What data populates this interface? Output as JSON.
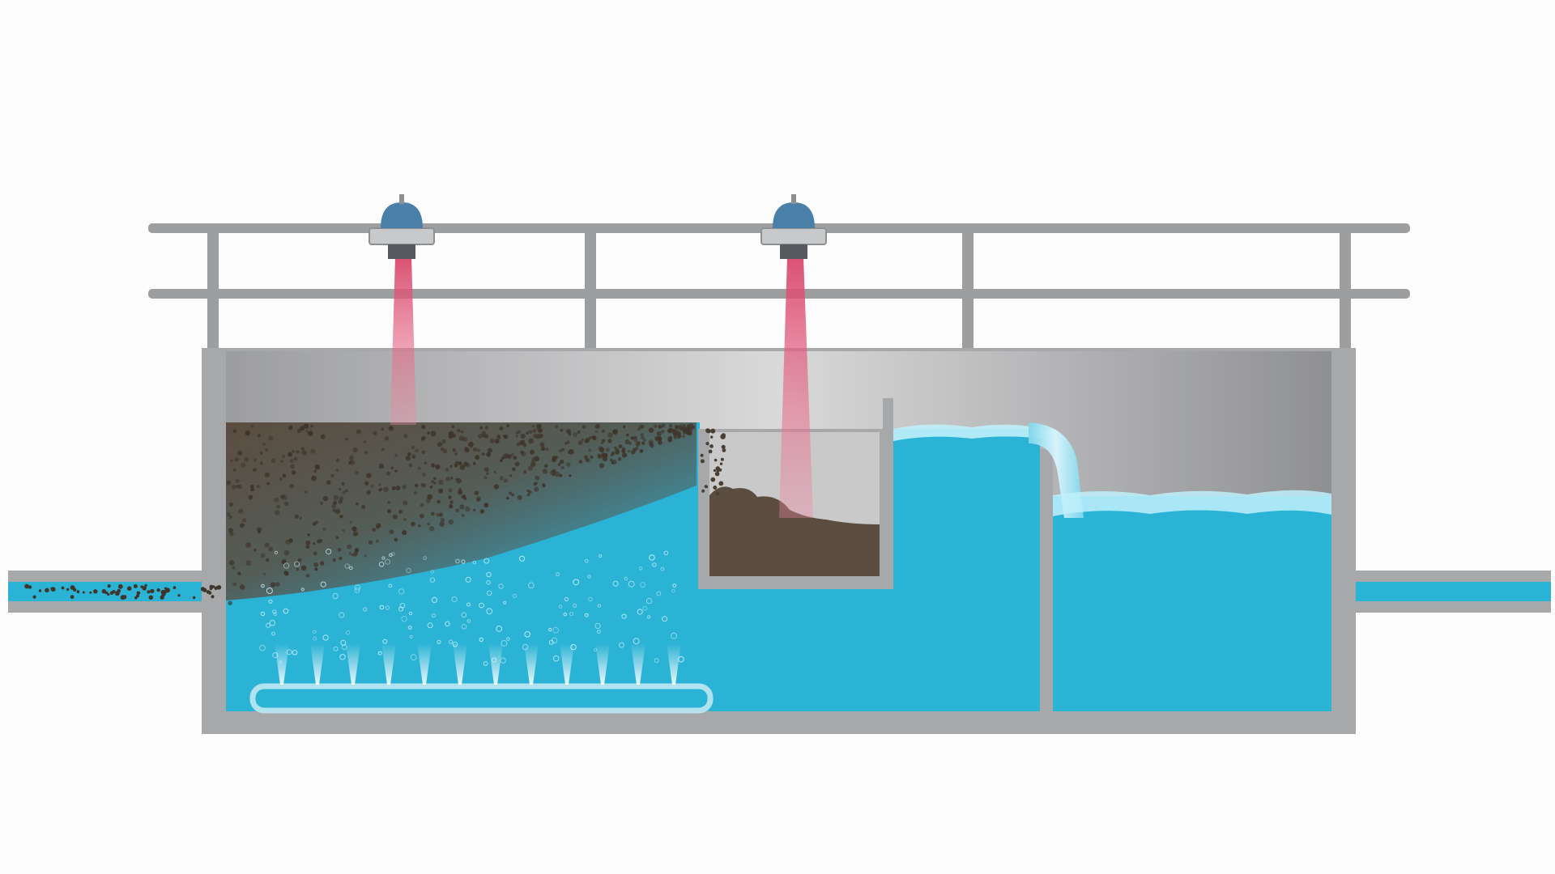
{
  "colors": {
    "background": "#fdfdfd",
    "concrete": "#a7a8aa",
    "wall_inner_light": "#dcdcdd",
    "wall_inner_dark": "#959697",
    "railing": "#9d9ea0",
    "water": "#2bb3d6",
    "water_foam": "#bff0fb",
    "sludge": "#5b4d40",
    "particle": "#4a3f33",
    "sensor_body": "#4a7fa8",
    "sensor_beam": "#e35a7a",
    "air_pipe": "#bfe7f3"
  },
  "components": {
    "inlet_pipe": "inlet-pipe",
    "outlet_pipe": "outlet-pipe",
    "flotation_tank": "flotation-tank",
    "sludge_hopper": "sludge-hopper",
    "effluent_weir": "effluent-weir",
    "clear_water_chamber": "clear-water-chamber",
    "aeration_pipe": "aeration-pipe",
    "level_sensors": [
      "radar-level-sensor",
      "radar-level-sensor"
    ]
  }
}
